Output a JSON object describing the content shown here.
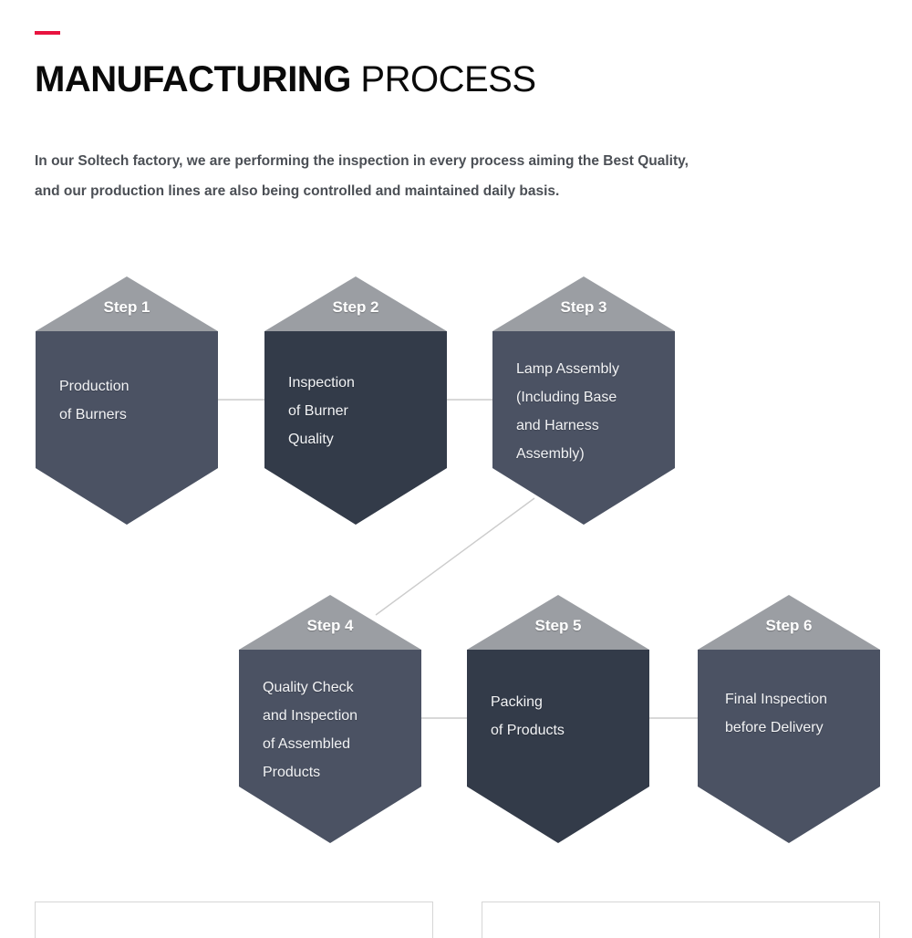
{
  "header": {
    "title_strong": "MANUFACTURING",
    "title_light": " PROCESS",
    "accent_color": "#e8133f"
  },
  "intro": {
    "line1": "In our Soltech factory, we are performing the inspection in every process aiming the Best Quality,",
    "line2": "and our production lines are also being controlled and maintained daily basis."
  },
  "flow": {
    "cap_color": "#9b9ea3",
    "body_color_light": "#4b5263",
    "body_color_dark": "#333b49",
    "connector_color": "#cccccc",
    "steps": [
      {
        "step_label": "Step 1",
        "lines": [
          "Production",
          "of Burners"
        ],
        "tone": "light"
      },
      {
        "step_label": "Step 2",
        "lines": [
          "Inspection",
          "of Burner",
          "Quality"
        ],
        "tone": "dark"
      },
      {
        "step_label": "Step 3",
        "lines": [
          "Lamp Assembly",
          "(Including Base",
          "and Harness",
          "Assembly)"
        ],
        "tone": "light"
      },
      {
        "step_label": "Step 4",
        "lines": [
          "Quality Check",
          "and Inspection",
          "of Assembled",
          "Products"
        ],
        "tone": "light"
      },
      {
        "step_label": "Step 5",
        "lines": [
          "Packing",
          "of Products"
        ],
        "tone": "dark"
      },
      {
        "step_label": "Step 6",
        "lines": [
          "Final Inspection",
          "before Delivery"
        ],
        "tone": "light"
      }
    ]
  }
}
